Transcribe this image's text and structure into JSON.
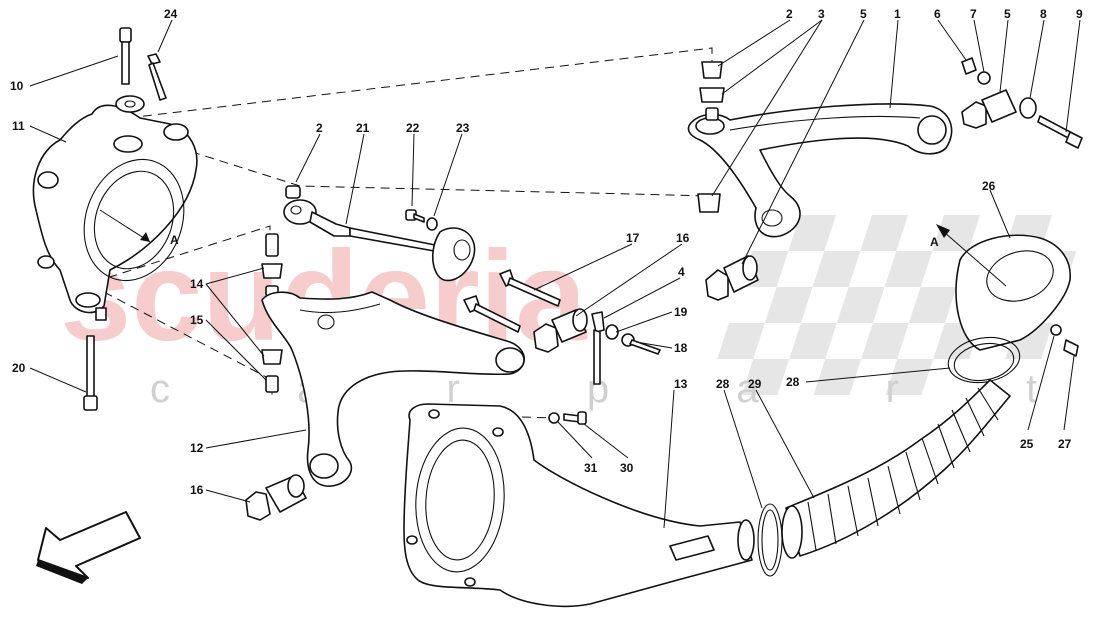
{
  "watermark": {
    "brand": "scuderia",
    "sub": "c a r p a r t s"
  },
  "callouts": [
    {
      "id": "c24",
      "text": "24"
    },
    {
      "id": "c10",
      "text": "10"
    },
    {
      "id": "c11",
      "text": "11"
    },
    {
      "id": "cA1",
      "text": "A"
    },
    {
      "id": "c2a",
      "text": "2"
    },
    {
      "id": "c21",
      "text": "21"
    },
    {
      "id": "c22",
      "text": "22"
    },
    {
      "id": "c23",
      "text": "23"
    },
    {
      "id": "c14",
      "text": "14"
    },
    {
      "id": "c15",
      "text": "15"
    },
    {
      "id": "c20",
      "text": "20"
    },
    {
      "id": "c12",
      "text": "12"
    },
    {
      "id": "c16a",
      "text": "16"
    },
    {
      "id": "c2b",
      "text": "2"
    },
    {
      "id": "c3",
      "text": "3"
    },
    {
      "id": "c5a",
      "text": "5"
    },
    {
      "id": "c1",
      "text": "1"
    },
    {
      "id": "c6",
      "text": "6"
    },
    {
      "id": "c7",
      "text": "7"
    },
    {
      "id": "c5b",
      "text": "5"
    },
    {
      "id": "c8",
      "text": "8"
    },
    {
      "id": "c9",
      "text": "9"
    },
    {
      "id": "c17",
      "text": "17"
    },
    {
      "id": "c16b",
      "text": "16"
    },
    {
      "id": "c4",
      "text": "4"
    },
    {
      "id": "c19",
      "text": "19"
    },
    {
      "id": "c18",
      "text": "18"
    },
    {
      "id": "c26",
      "text": "26"
    },
    {
      "id": "cA2",
      "text": "A"
    },
    {
      "id": "c13",
      "text": "13"
    },
    {
      "id": "c28a",
      "text": "28"
    },
    {
      "id": "c29",
      "text": "29"
    },
    {
      "id": "c28b",
      "text": "28"
    },
    {
      "id": "c25",
      "text": "25"
    },
    {
      "id": "c27",
      "text": "27"
    },
    {
      "id": "c31",
      "text": "31"
    },
    {
      "id": "c30",
      "text": "30"
    }
  ]
}
